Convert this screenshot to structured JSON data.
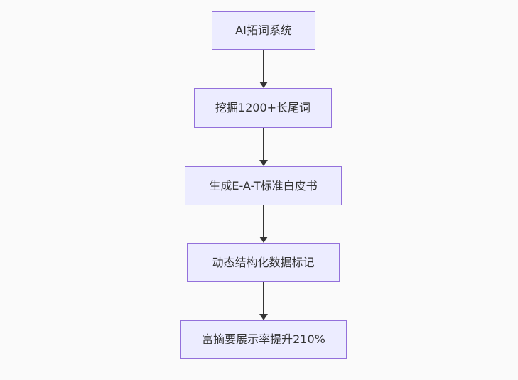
{
  "diagram": {
    "type": "flowchart",
    "direction": "top-down",
    "nodes": [
      {
        "id": "A",
        "label": "AI拓词系统"
      },
      {
        "id": "B",
        "label": "挖掘1200+长尾词"
      },
      {
        "id": "C",
        "label": "生成E-A-T标准白皮书"
      },
      {
        "id": "D",
        "label": "动态结构化数据标记"
      },
      {
        "id": "E",
        "label": "富摘要展示率提升210%"
      }
    ],
    "edges": [
      {
        "from": "AI拓词系统",
        "to": "挖掘1200+长尾词"
      },
      {
        "from": "挖掘1200+长尾词",
        "to": "生成E-A-T标准白皮书"
      },
      {
        "from": "生成E-A-T标准白皮书",
        "to": "动态结构化数据标记"
      },
      {
        "from": "动态结构化数据标记",
        "to": "富摘要展示率提升210%"
      }
    ],
    "colors": {
      "background": "#fafafa",
      "node_fill": "#ECECFF",
      "node_border": "#9370DB",
      "text": "#333333",
      "arrow": "#333333"
    }
  }
}
